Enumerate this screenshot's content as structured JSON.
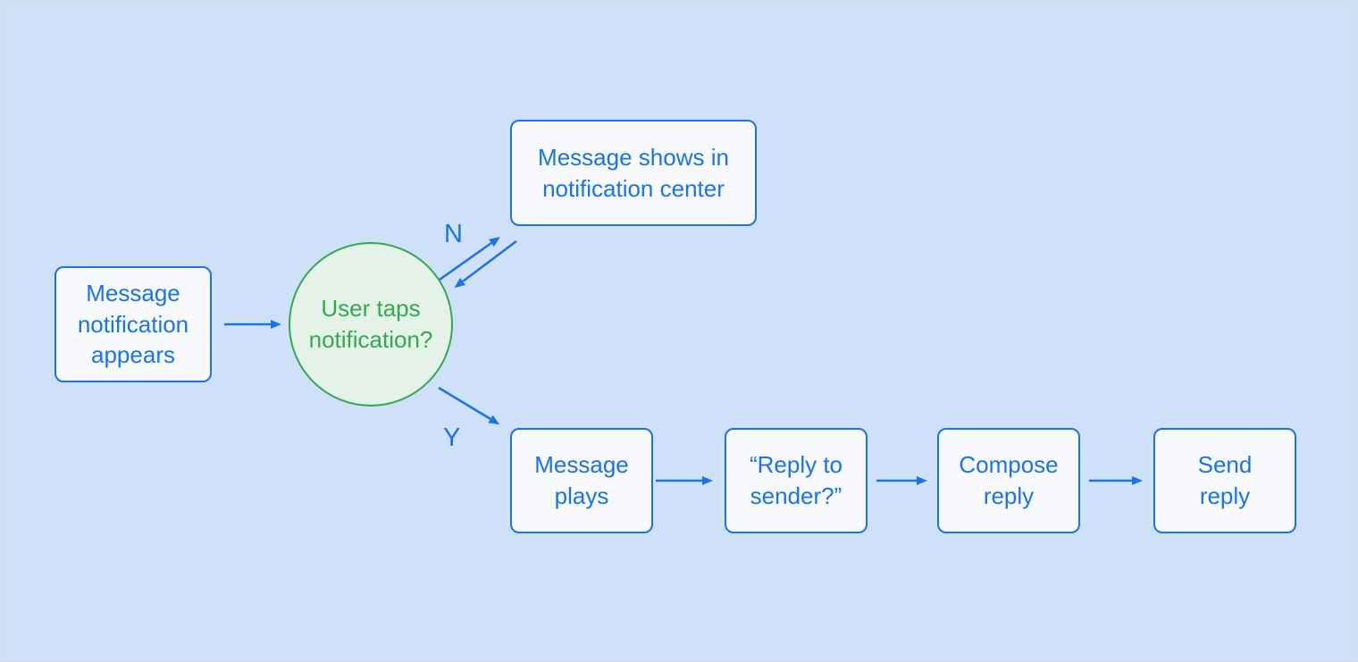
{
  "canvas": {
    "colors": {
      "accent_blue": "#1a73e8",
      "accent_green": "#34a853",
      "canvas_bg": "#cfe0f9",
      "node_fill": "#f7f9fc",
      "decision_fill": "#e4f2e8",
      "edge_color": "#1a73e8"
    }
  },
  "flowchart": {
    "nodes": {
      "start": {
        "type": "process",
        "label": "Message\nnotification\nappears"
      },
      "decision": {
        "type": "decision",
        "label": "User taps\nnotification?"
      },
      "notification_center": {
        "type": "process",
        "label": "Message shows in\nnotification center"
      },
      "message_plays": {
        "type": "process",
        "label": "Message\nplays"
      },
      "reply_to_sender": {
        "type": "process",
        "label": "“Reply to\nsender?”"
      },
      "compose_reply": {
        "type": "process",
        "label": "Compose\nreply"
      },
      "send_reply": {
        "type": "process",
        "label": "Send\nreply"
      }
    },
    "branch_labels": {
      "no": "N",
      "yes": "Y"
    },
    "edges": [
      {
        "from": "start",
        "to": "decision",
        "label": ""
      },
      {
        "from": "decision",
        "to": "notification_center",
        "label": "N"
      },
      {
        "from": "notification_center",
        "to": "decision",
        "label": ""
      },
      {
        "from": "decision",
        "to": "message_plays",
        "label": "Y"
      },
      {
        "from": "message_plays",
        "to": "reply_to_sender",
        "label": ""
      },
      {
        "from": "reply_to_sender",
        "to": "compose_reply",
        "label": ""
      },
      {
        "from": "compose_reply",
        "to": "send_reply",
        "label": ""
      }
    ]
  }
}
